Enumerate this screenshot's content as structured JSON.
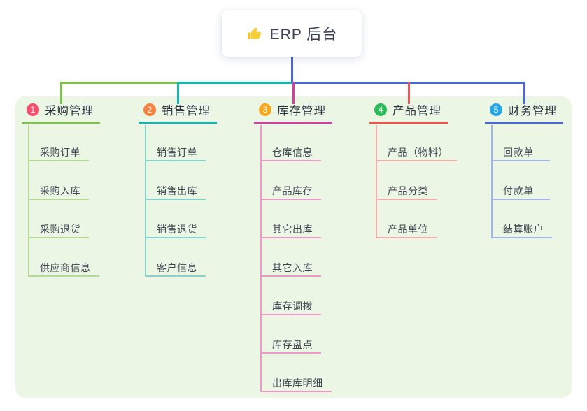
{
  "root": {
    "title": "ERP 后台",
    "icon": "thumbs-up-icon",
    "icon_color": "#f2c12e",
    "connector_color": "#4b68d2"
  },
  "panel": {
    "background": "#ebf7e4"
  },
  "branches": [
    {
      "index": "1",
      "title": "采购管理",
      "badge_color": "#f4506d",
      "line_color": "#7fc14f",
      "child_line_color": "#b4da96",
      "children": [
        "采购订单",
        "采购入库",
        "采购退货",
        "供应商信息"
      ]
    },
    {
      "index": "2",
      "title": "销售管理",
      "badge_color": "#f5823f",
      "line_color": "#12b7af",
      "child_line_color": "#84d4ce",
      "children": [
        "销售订单",
        "销售出库",
        "销售退货",
        "客户信息"
      ]
    },
    {
      "index": "3",
      "title": "库存管理",
      "badge_color": "#f6a81f",
      "line_color": "#d23f9e",
      "child_line_color": "#f096c9",
      "children": [
        "仓库信息",
        "产品库存",
        "其它出库",
        "其它入库",
        "库存调拨",
        "库存盘点",
        "出库库明细"
      ]
    },
    {
      "index": "4",
      "title": "产品管理",
      "badge_color": "#2cbb58",
      "line_color": "#f1534f",
      "child_line_color": "#f8aca9",
      "children": [
        "产品（物料）",
        "产品分类",
        "产品单位"
      ]
    },
    {
      "index": "5",
      "title": "财务管理",
      "badge_color": "#29a6e4",
      "line_color": "#4b68d2",
      "child_line_color": "#a3b6e8",
      "children": [
        "回款单",
        "付款单",
        "结算账户"
      ]
    }
  ]
}
